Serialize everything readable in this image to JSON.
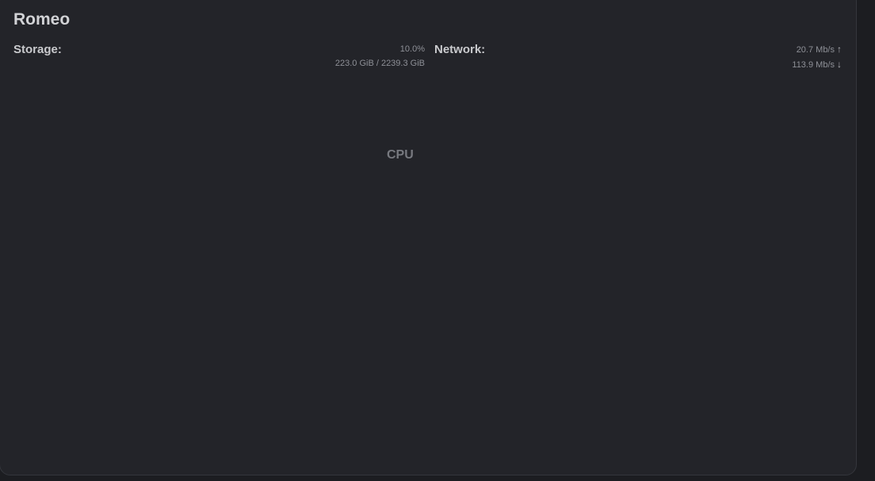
{
  "node": {
    "name": "Romeo"
  },
  "storage": {
    "label": "Storage:",
    "percent": "10.0%",
    "usage": "223.0 GiB / 2239.3 GiB"
  },
  "network": {
    "label": "Network:",
    "upload": "20.7 Mb/s",
    "download": "113.9 Mb/s",
    "up_icon": "↑",
    "down_icon": "↓"
  },
  "cpu": {
    "label": "CPU"
  }
}
